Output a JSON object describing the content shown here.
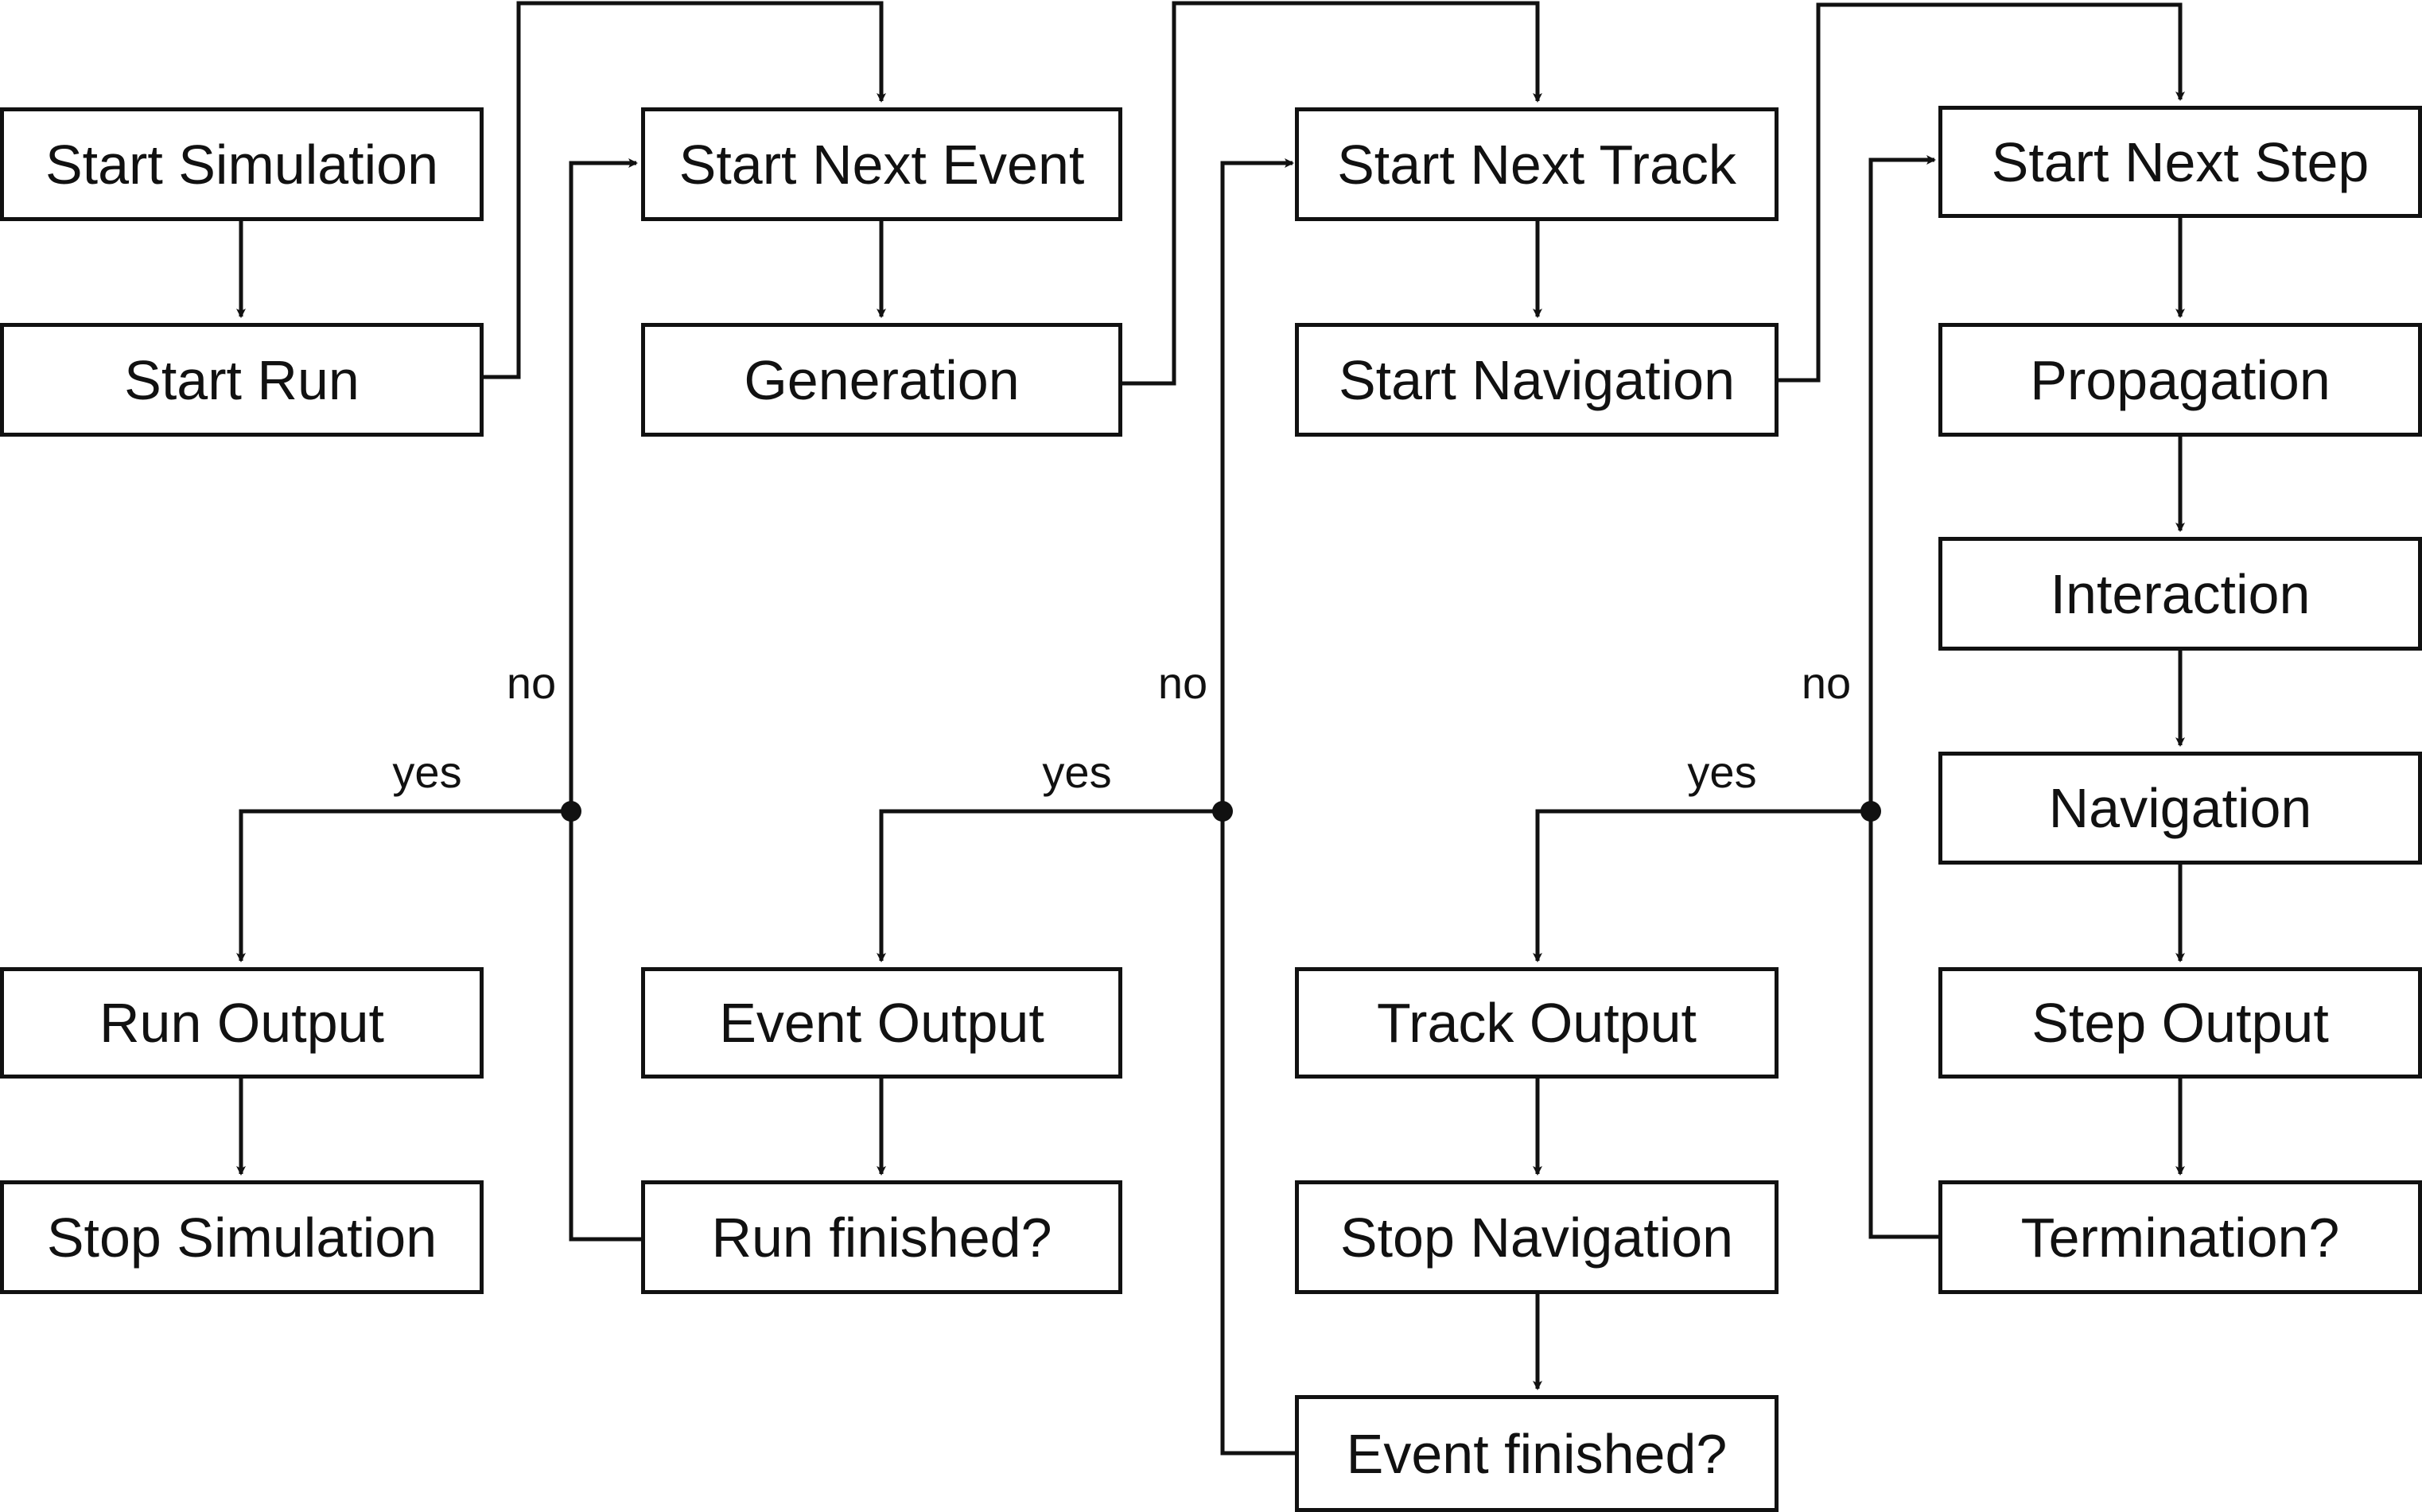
{
  "diagram": {
    "nodes": {
      "start_simulation": "Start Simulation",
      "start_run": "Start Run",
      "run_output": "Run Output",
      "stop_simulation": "Stop Simulation",
      "start_next_event": "Start Next Event",
      "generation": "Generation",
      "event_output": "Event Output",
      "run_finished": "Run finished?",
      "start_next_track": "Start Next Track",
      "start_navigation": "Start Navigation",
      "track_output": "Track Output",
      "stop_navigation": "Stop Navigation",
      "event_finished": "Event finished?",
      "start_next_step": "Start Next Step",
      "propagation": "Propagation",
      "interaction": "Interaction",
      "navigation": "Navigation",
      "step_output": "Step Output",
      "termination": "Termination?"
    },
    "labels": {
      "no": "no",
      "yes": "yes"
    },
    "stroke_color": "#111111"
  }
}
